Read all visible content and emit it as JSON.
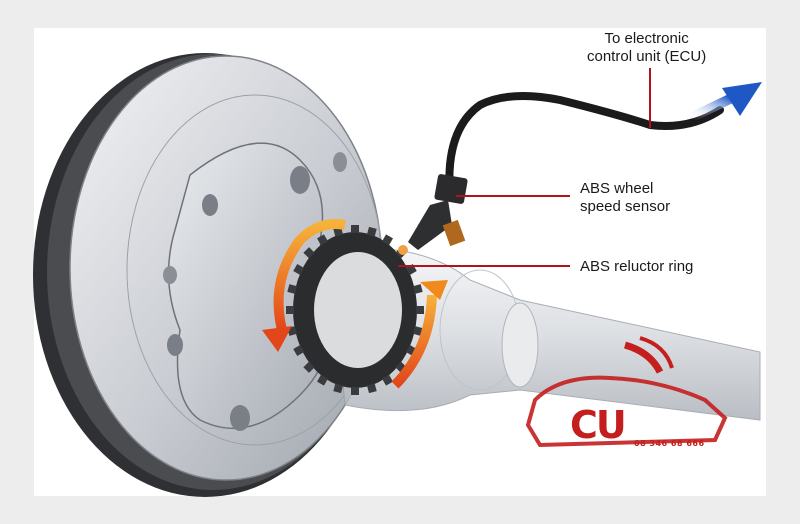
{
  "labels": {
    "ecu_line1": "To electronic",
    "ecu_line2": "control unit (ECU)",
    "sensor_line1": "ABS wheel",
    "sensor_line2": "speed sensor",
    "reluctor": "ABS reluctor ring"
  },
  "watermark": {
    "logo_text": "CU",
    "phone": "08 346 68 666"
  },
  "colors": {
    "leader_line": "#b0141b",
    "arrow_orange": "#f08a1c",
    "arrow_red": "#e23a18",
    "ecu_arrow": "#1f58c4",
    "cable": "#1b1b1b",
    "logo_red": "#c41e1e"
  }
}
